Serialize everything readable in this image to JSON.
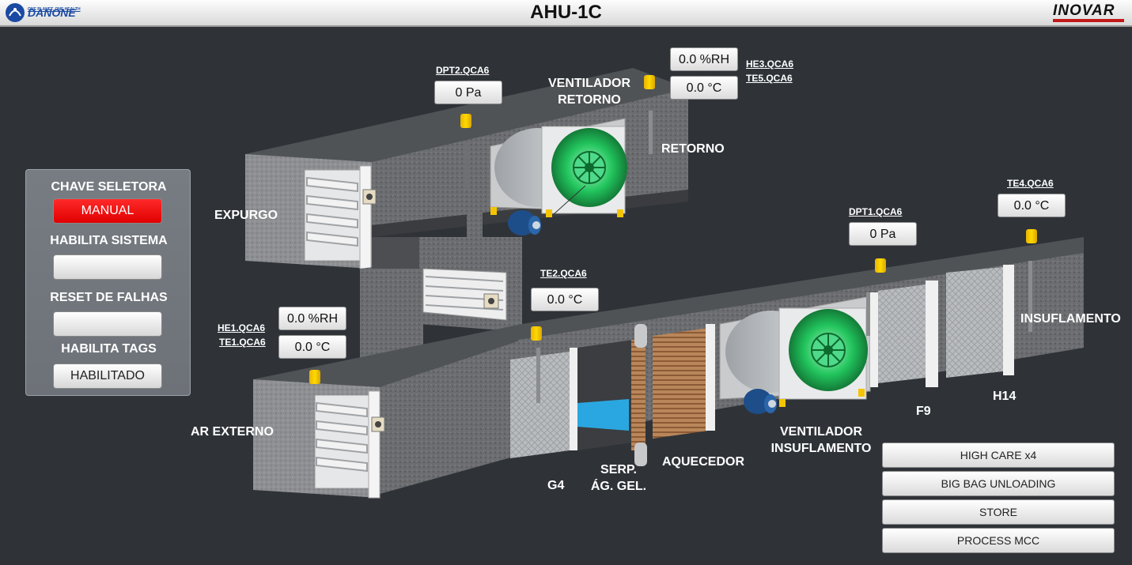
{
  "header": {
    "title": "AHU-1C",
    "left_logo": {
      "name": "DANONE",
      "tagline": "ONE PLANET. ONE HEALTH"
    },
    "right_logo": {
      "name": "INOVAR"
    }
  },
  "colors": {
    "background": "#2f3338",
    "alarm_red": "#ff0000",
    "fan_green": "#22c55e",
    "sensor_yellow": "#f5c400",
    "motor_blue": "#1d4e89",
    "coil_blue": "#2aa7e0"
  },
  "control_panel": {
    "selector_label": "CHAVE SELETORA",
    "selector_value": "MANUAL",
    "enable_system_label": "HABILITA SISTEMA",
    "enable_system_value": "",
    "reset_faults_label": "RESET DE FALHAS",
    "reset_faults_value": "",
    "enable_tags_label": "HABILITA TAGS",
    "enable_tags_value": "HABILITADO"
  },
  "sections": {
    "return_fan": "VENTILADOR\nRETORNO",
    "return": "RETORNO",
    "exhaust": "EXPURGO",
    "outside_air": "AR EXTERNO",
    "filter_g4": "G4",
    "cooling_coil": "SERP.\nÁG. GEL.",
    "heater": "AQUECEDOR",
    "supply_fan": "VENTILADOR\nINSUFLAMENTO",
    "filter_f9": "F9",
    "filter_h14": "H14",
    "supply": "INSUFLAMENTO"
  },
  "sensors": {
    "dpt2": {
      "tag": "DPT2.QCA6",
      "value": "0 Pa"
    },
    "he3": {
      "tag": "HE3.QCA6",
      "value": "0.0 %RH"
    },
    "te5": {
      "tag": "TE5.QCA6",
      "value": "0.0 °C"
    },
    "te2": {
      "tag": "TE2.QCA6",
      "value": "0.0 °C"
    },
    "he1": {
      "tag": "HE1.QCA6",
      "value": "0.0 %RH"
    },
    "te1": {
      "tag": "TE1.QCA6",
      "value": "0.0 °C"
    },
    "dpt1": {
      "tag": "DPT1.QCA6",
      "value": "0 Pa"
    },
    "te4": {
      "tag": "TE4.QCA6",
      "value": "0.0 °C"
    }
  },
  "nav": [
    {
      "label": "HIGH CARE x4"
    },
    {
      "label": "BIG BAG UNLOADING"
    },
    {
      "label": "STORE"
    },
    {
      "label": "PROCESS MCC"
    }
  ]
}
